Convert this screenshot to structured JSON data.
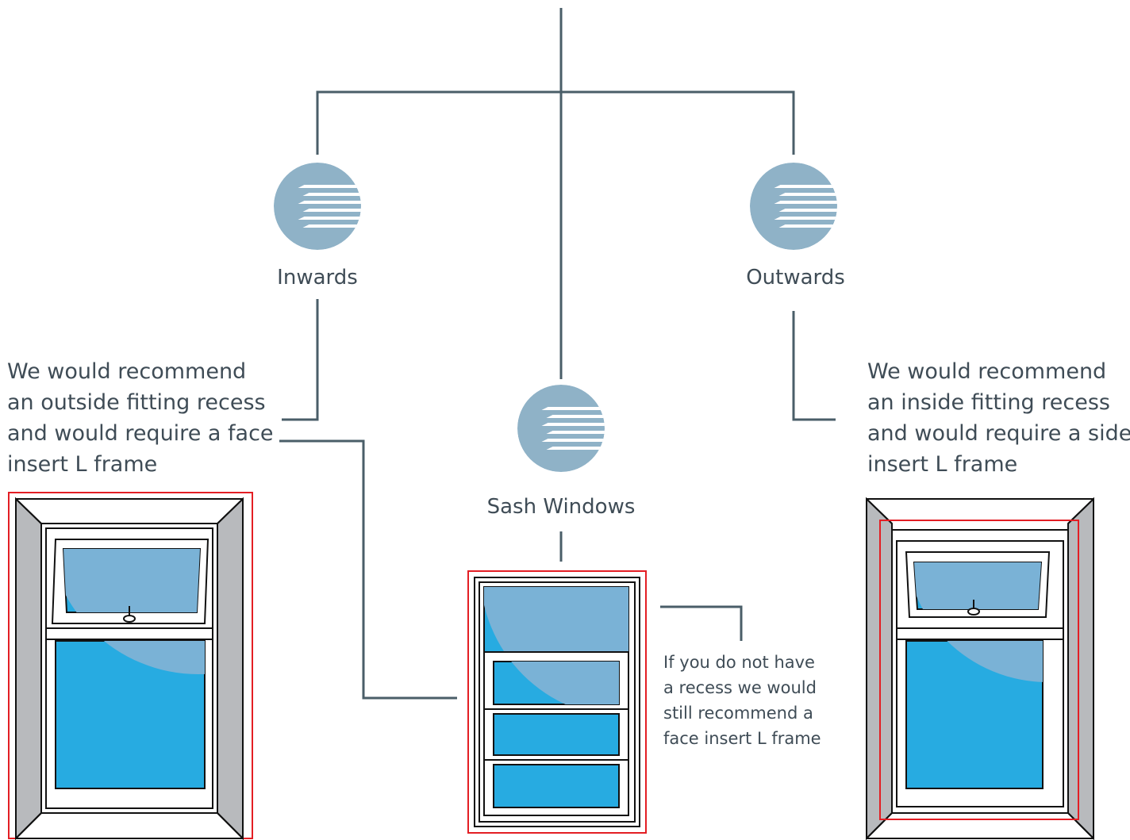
{
  "colors": {
    "connector": "#4a5e68",
    "icon": "#8fb2c7",
    "recess_outline": "#e31e24",
    "wall": "#b8babd",
    "glass": "#27abe1",
    "glass_reflection": "#7ab2d6",
    "frame": "#ffffff",
    "frame_stroke": "#111111"
  },
  "icons": {
    "blind": "blind-icon"
  },
  "options": {
    "inwards": {
      "label": "Inwards"
    },
    "outwards": {
      "label": "Outwards"
    },
    "sash": {
      "label": "Sash Windows"
    }
  },
  "recommendations": {
    "inwards": [
      "We would recommend",
      "an outside fitting recess",
      "and would require a face",
      "insert L frame"
    ],
    "outwards": [
      "We would recommend",
      "an inside fitting recess",
      "and would require a side",
      "insert L frame"
    ],
    "sash": [
      "If you do not have",
      "a recess we would",
      "still recommend a",
      "face insert L frame"
    ]
  }
}
